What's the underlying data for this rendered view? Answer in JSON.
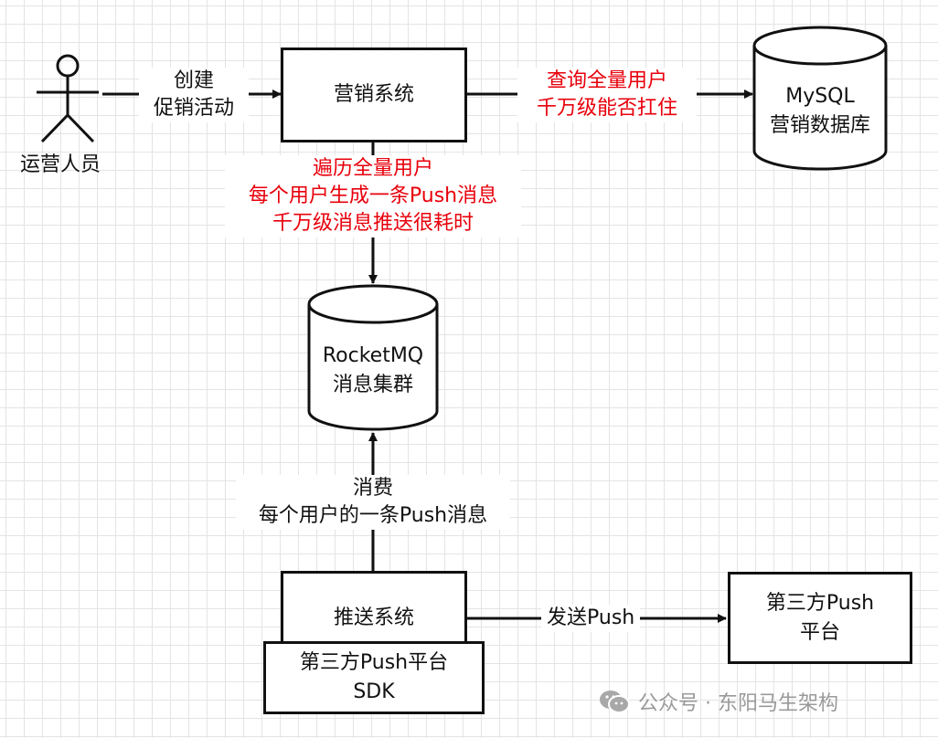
{
  "actor": {
    "label": "运营人员"
  },
  "nodes": {
    "marketing": {
      "label": "营销系统"
    },
    "mysql": {
      "lines": [
        "MySQL",
        "营销数据库"
      ]
    },
    "rocketmq": {
      "lines": [
        "RocketMQ",
        "消息集群"
      ]
    },
    "push_system": {
      "label": "推送系统"
    },
    "sdk": {
      "lines": [
        "第三方Push平台",
        "SDK"
      ]
    },
    "third_party": {
      "lines": [
        "第三方Push",
        "平台"
      ]
    }
  },
  "edges": {
    "create_activity": {
      "lines": [
        "创建",
        "促销活动"
      ]
    },
    "query_users": {
      "lines": [
        "查询全量用户",
        "千万级能否扛住"
      ]
    },
    "traverse": {
      "lines": [
        "遍历全量用户",
        "每个用户生成一条Push消息",
        "千万级消息推送很耗时"
      ]
    },
    "consume": {
      "lines": [
        "消费",
        "每个用户的一条Push消息"
      ]
    },
    "send_push": {
      "label": "发送Push"
    }
  },
  "colors": {
    "highlight": "#e8000b",
    "stroke": "#111111",
    "grid": "#e4e4e4"
  },
  "watermark": {
    "text": "公众号 · 东阳马生架构",
    "icon": "wechat-icon"
  }
}
